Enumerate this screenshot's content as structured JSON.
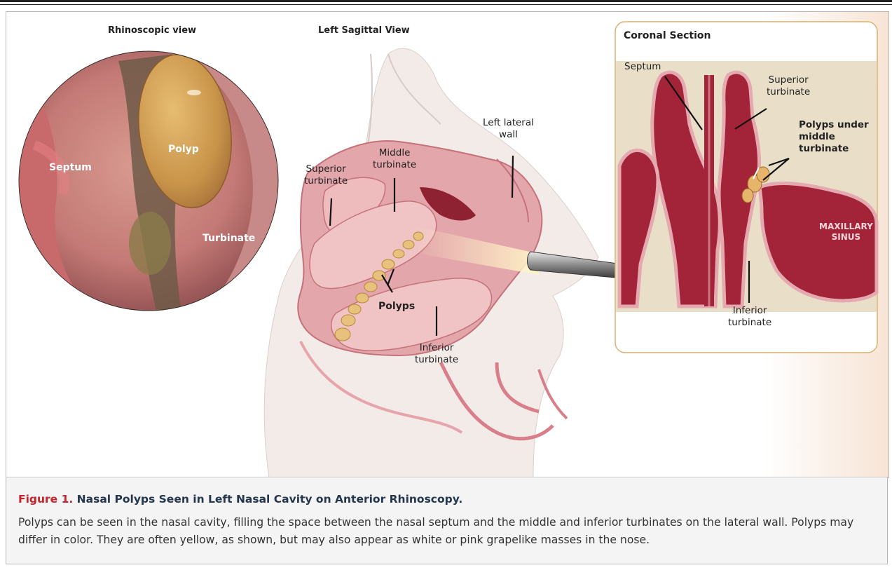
{
  "headings": {
    "rhinoscopic": "Rhinoscopic view",
    "sagittal": "Left Sagittal View",
    "coronal": "Coronal Section"
  },
  "rhinoscopic_labels": {
    "septum": "Septum",
    "polyp": "Polyp",
    "turbinate": "Turbinate"
  },
  "sagittal_labels": {
    "superior_1": "Superior",
    "superior_2": "turbinate",
    "middle_1": "Middle",
    "middle_2": "turbinate",
    "lateral_1": "Left lateral",
    "lateral_2": "wall",
    "polyps": "Polyps",
    "inferior_1": "Inferior",
    "inferior_2": "turbinate"
  },
  "coronal_labels": {
    "septum": "Septum",
    "superior_1": "Superior",
    "superior_2": "turbinate",
    "polyps_1": "Polyps under",
    "polyps_2": "middle",
    "polyps_3": "turbinate",
    "sinus_1": "MAXILLARY",
    "sinus_2": "SINUS",
    "inferior_1": "Inferior",
    "inferior_2": "turbinate"
  },
  "caption": {
    "figure_number": "Figure 1.",
    "title": "Nasal Polyps Seen in Left Nasal Cavity on Anterior Rhinoscopy.",
    "body": "Polyps can be seen in the nasal cavity, filling the space between the nasal septum and the middle and inferior turbinates on the lateral wall. Polyps may differ in color. They are often yellow, as shown, but may also appear as white or pink grapelike masses in the nose."
  },
  "colors": {
    "figure_red": "#c8232c",
    "title_navy": "#23364e",
    "tissue_dark": "#9e1f36",
    "mucosa_pink": "#e0a2a8",
    "polyp_yellow": "#d9ad5c",
    "inset_border": "#d8b26e"
  }
}
